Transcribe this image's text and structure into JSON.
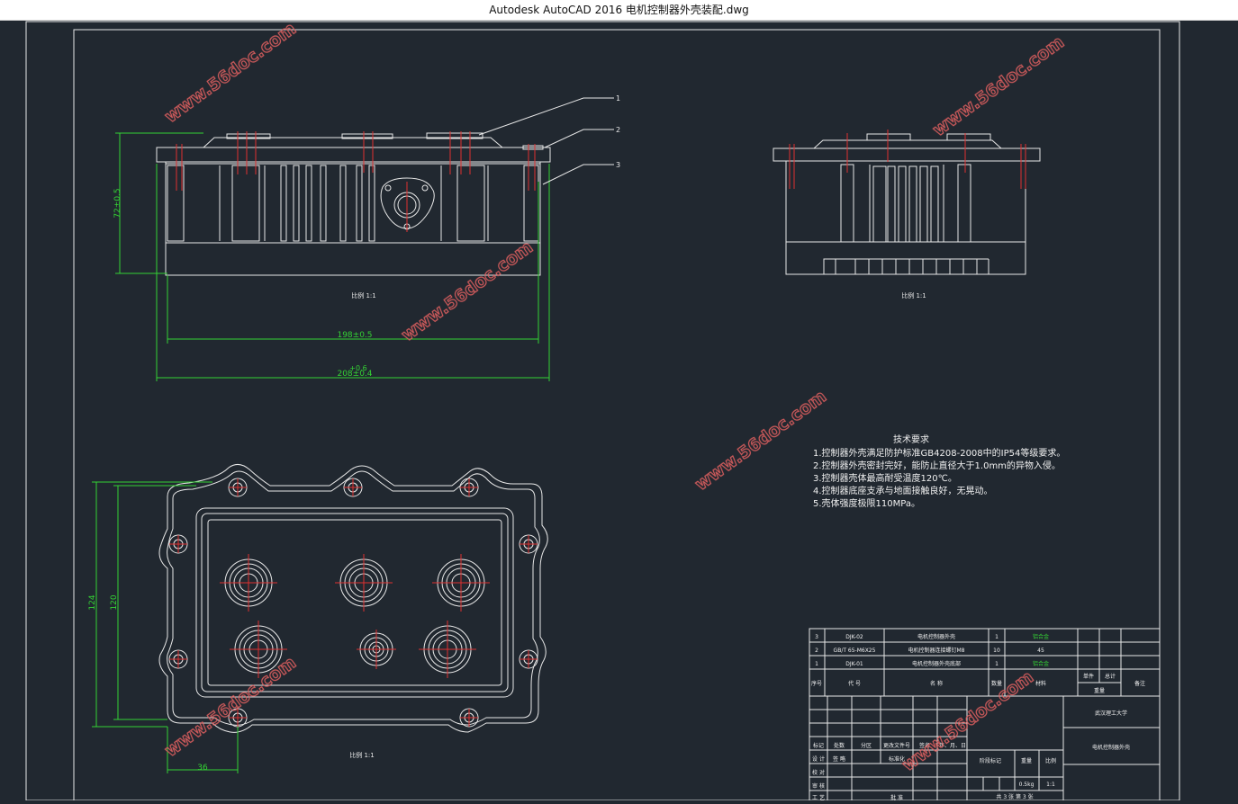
{
  "window": {
    "title": "Autodesk AutoCAD 2016     电机控制器外壳装配.dwg"
  },
  "drawing": {
    "watermark": "www.56doc.com",
    "leaders": [
      "1",
      "2",
      "3"
    ],
    "front_view": {
      "height_dim": "72±0.5",
      "width_dim_inner": "198±0.5",
      "width_dim_outer": "208±0.4",
      "width_dim_tol": "+0.6",
      "scale_label": "比例 1:1"
    },
    "side_view": {
      "scale_label": "比例 1:1"
    },
    "plan_view": {
      "dim_124": "124",
      "dim_120": "120",
      "dim_36": "36",
      "scale_label": "比例 1:1"
    },
    "notes": {
      "heading": "技术要求",
      "lines": [
        "1.控制器外壳满足防护标准GB4208-2008中的IP54等级要求。",
        "2.控制器外壳密封完好，能防止直径大于1.0mm的异物入侵。",
        "3.控制器壳体最高耐受温度120℃。",
        "4.控制器底座支承与地面接触良好，无晃动。",
        "5.壳体强度极限110MPa。"
      ]
    },
    "bom": {
      "rows": [
        {
          "no": "3",
          "code": "DJK-02",
          "name": "电机控制器外壳",
          "qty": "1",
          "material": "铝合金"
        },
        {
          "no": "2",
          "code": "GB/T 65-M6X25",
          "name": "电机控制器连接螺钉M8",
          "qty": "10",
          "material": "45"
        },
        {
          "no": "1",
          "code": "DJK-01",
          "name": "电机控制器外壳底部",
          "qty": "1",
          "material": "铝合金"
        }
      ],
      "header": {
        "no": "序号",
        "code": "代 号",
        "name": "名 称",
        "qty": "数量",
        "material": "材料",
        "single": "单件",
        "total": "总计",
        "weight": "重量",
        "remark": "备注"
      }
    },
    "title_block": {
      "school": "武汉理工大学",
      "drawing_name": "电机控制器外壳",
      "stage_mark": "阶段标记",
      "weight_label": "重量",
      "scale_label": "比例",
      "weight": "0.5kg",
      "scale": "1:1",
      "sheets": "共 3 张  第 3 张",
      "rev_labels": [
        "标记",
        "处数",
        "分区",
        "更改文件号",
        "签名",
        "年、月、日"
      ],
      "sign_rows": [
        "设 计",
        "校 对",
        "审 核",
        "工 艺"
      ],
      "sign_extra": [
        "签 略",
        "标准化",
        "批 准"
      ]
    }
  }
}
